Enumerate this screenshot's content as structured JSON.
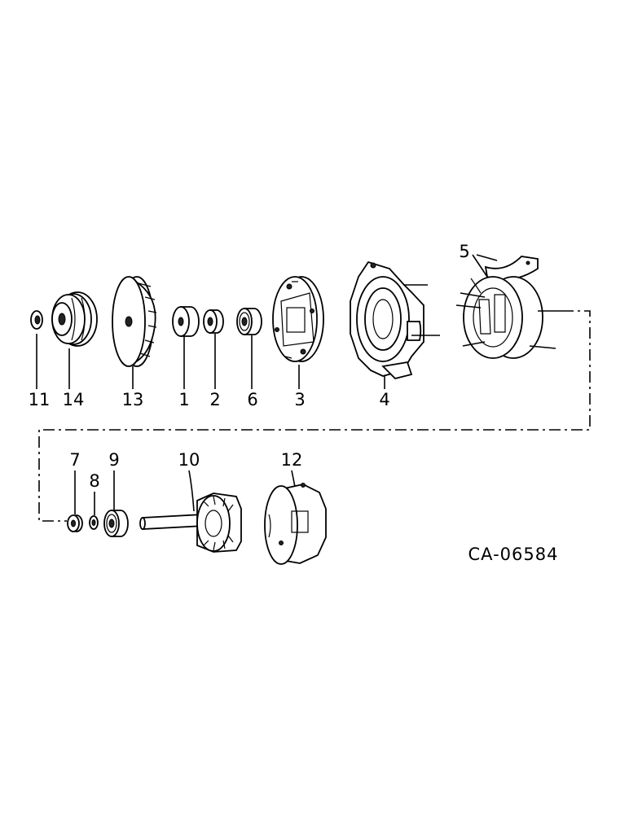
{
  "diagram": {
    "drawing_code": "CA-06584",
    "parts": [
      {
        "id": "11",
        "label": "11"
      },
      {
        "id": "14",
        "label": "14"
      },
      {
        "id": "13",
        "label": "13"
      },
      {
        "id": "1",
        "label": "1"
      },
      {
        "id": "2",
        "label": "2"
      },
      {
        "id": "6",
        "label": "6"
      },
      {
        "id": "3",
        "label": "3"
      },
      {
        "id": "4",
        "label": "4"
      },
      {
        "id": "5",
        "label": "5"
      },
      {
        "id": "7",
        "label": "7"
      },
      {
        "id": "8",
        "label": "8"
      },
      {
        "id": "9",
        "label": "9"
      },
      {
        "id": "10",
        "label": "10"
      },
      {
        "id": "12",
        "label": "12"
      }
    ]
  }
}
